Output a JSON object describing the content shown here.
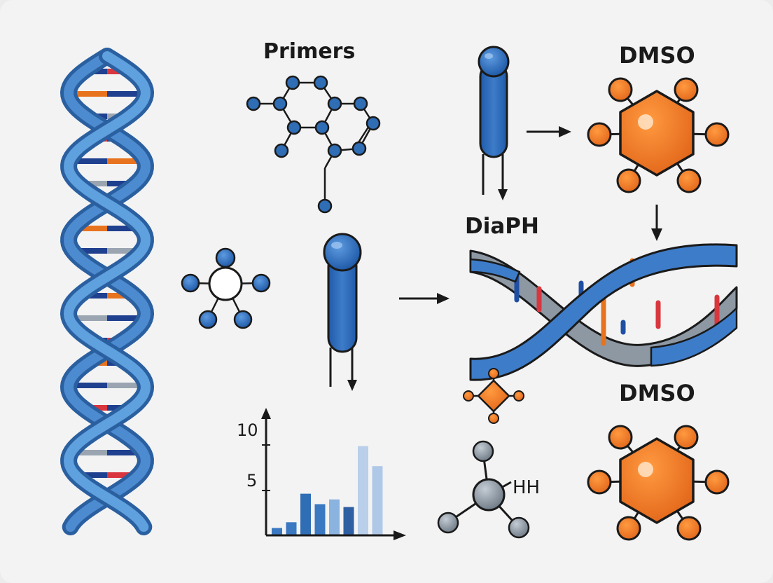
{
  "labels": {
    "primers": "Primers",
    "dmso_top": "DMSO",
    "dmso_bottom": "DMSO",
    "diaph": "DiaPH",
    "hh": "HH"
  },
  "icons": [
    "dna-double-helix-icon",
    "primer-molecule-icon",
    "probe-icon",
    "dmso-molecule-icon",
    "arrow-icon",
    "ball-and-stick-molecule-icon",
    "bar-chart-icon"
  ],
  "colors": {
    "blue": "#2f6db5",
    "light_blue": "#5b9bd5",
    "orange": "#e8731e",
    "red": "#d9363e",
    "gray": "#8e9aa6",
    "dark_blue": "#1f3f8f"
  },
  "chart_data": {
    "type": "bar",
    "tick_labels": [
      "10",
      "5"
    ],
    "ylim": [
      0,
      12
    ],
    "values": [
      0.7,
      1.3,
      4.3,
      3.2,
      3.7,
      2.9,
      9.3,
      7.2
    ],
    "bar_colors": [
      "#3a78c2",
      "#3a78c2",
      "#2f6db5",
      "#3a78c2",
      "#8bb3e0",
      "#2f5fa3",
      "#b9cfea",
      "#b0c8e8"
    ]
  }
}
